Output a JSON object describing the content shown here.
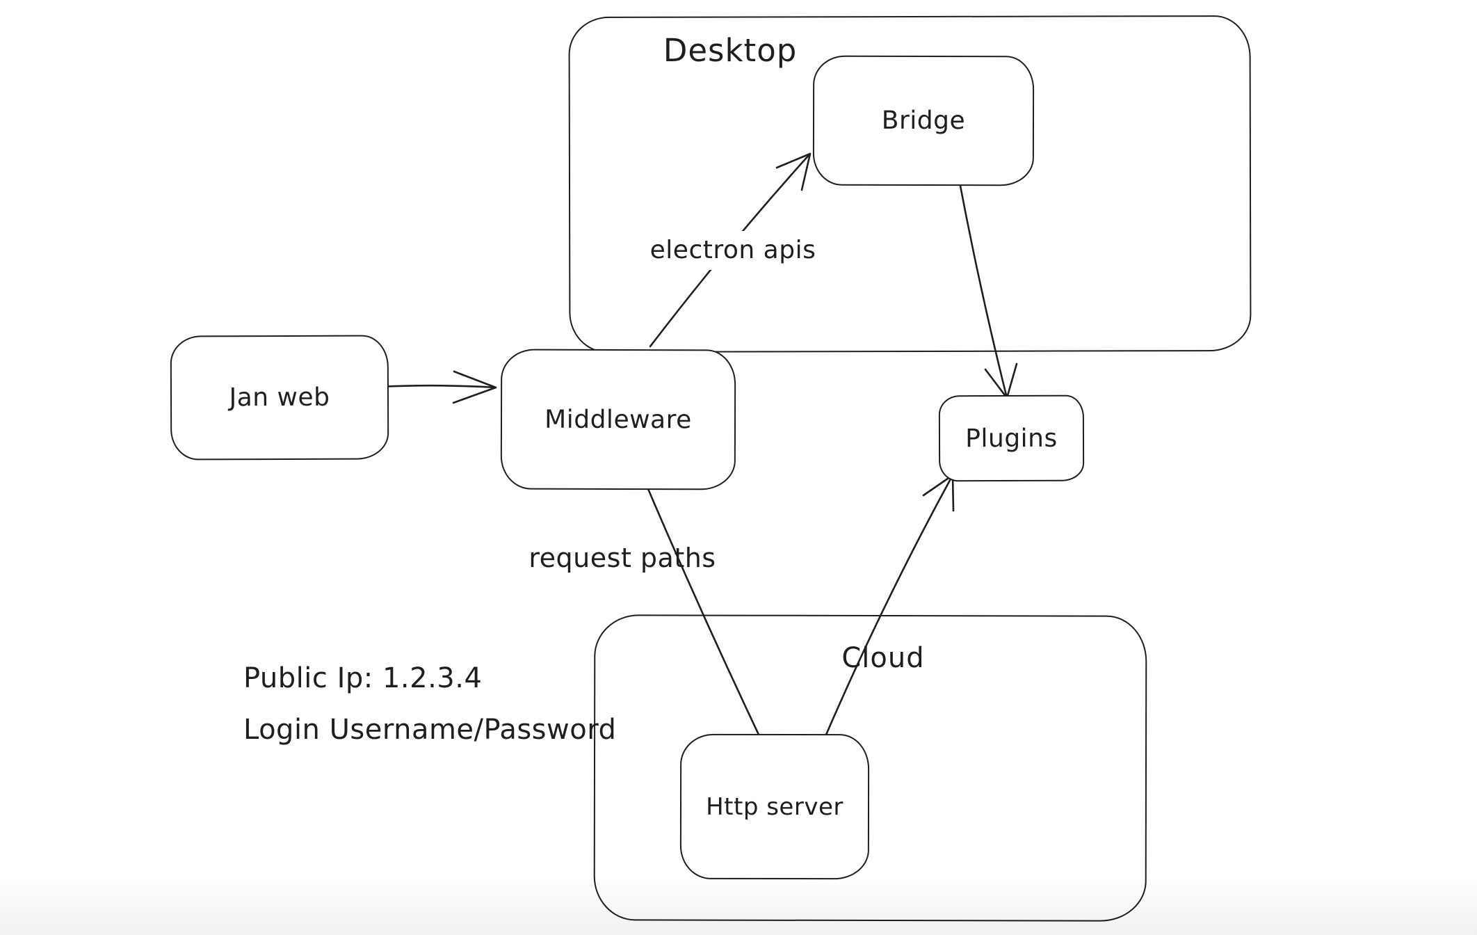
{
  "app": {
    "type": "hand-drawn architecture diagram",
    "background_color": "#ffffff",
    "stroke_color": "#1e1e1e"
  },
  "containers": {
    "desktop": {
      "label": "Desktop"
    },
    "cloud": {
      "label": "Cloud"
    }
  },
  "nodes": {
    "jan_web": {
      "label": "Jan web"
    },
    "middleware": {
      "label": "Middleware"
    },
    "bridge": {
      "label": "Bridge"
    },
    "plugins": {
      "label": "Plugins"
    },
    "http_server": {
      "label": "Http server"
    }
  },
  "edges": {
    "jan_web_to_middleware": {
      "from": "Jan web",
      "to": "Middleware",
      "label": "",
      "arrowhead": "open"
    },
    "middleware_to_bridge": {
      "from": "Middleware",
      "to": "Bridge",
      "label": "electron apis",
      "arrowhead": "open"
    },
    "bridge_to_plugins": {
      "from": "Bridge",
      "to": "Plugins",
      "label": "",
      "arrowhead": "open"
    },
    "http_server_to_plugins": {
      "from": "Http server",
      "to": "Plugins",
      "label": "",
      "arrowhead": "open"
    },
    "middleware_to_http_server": {
      "from": "Middleware",
      "to": "Http server",
      "label": "request paths",
      "arrowhead": "none"
    }
  },
  "annotations": {
    "public_ip": "Public Ip: 1.2.3.4",
    "login": "Login Username/Password"
  }
}
